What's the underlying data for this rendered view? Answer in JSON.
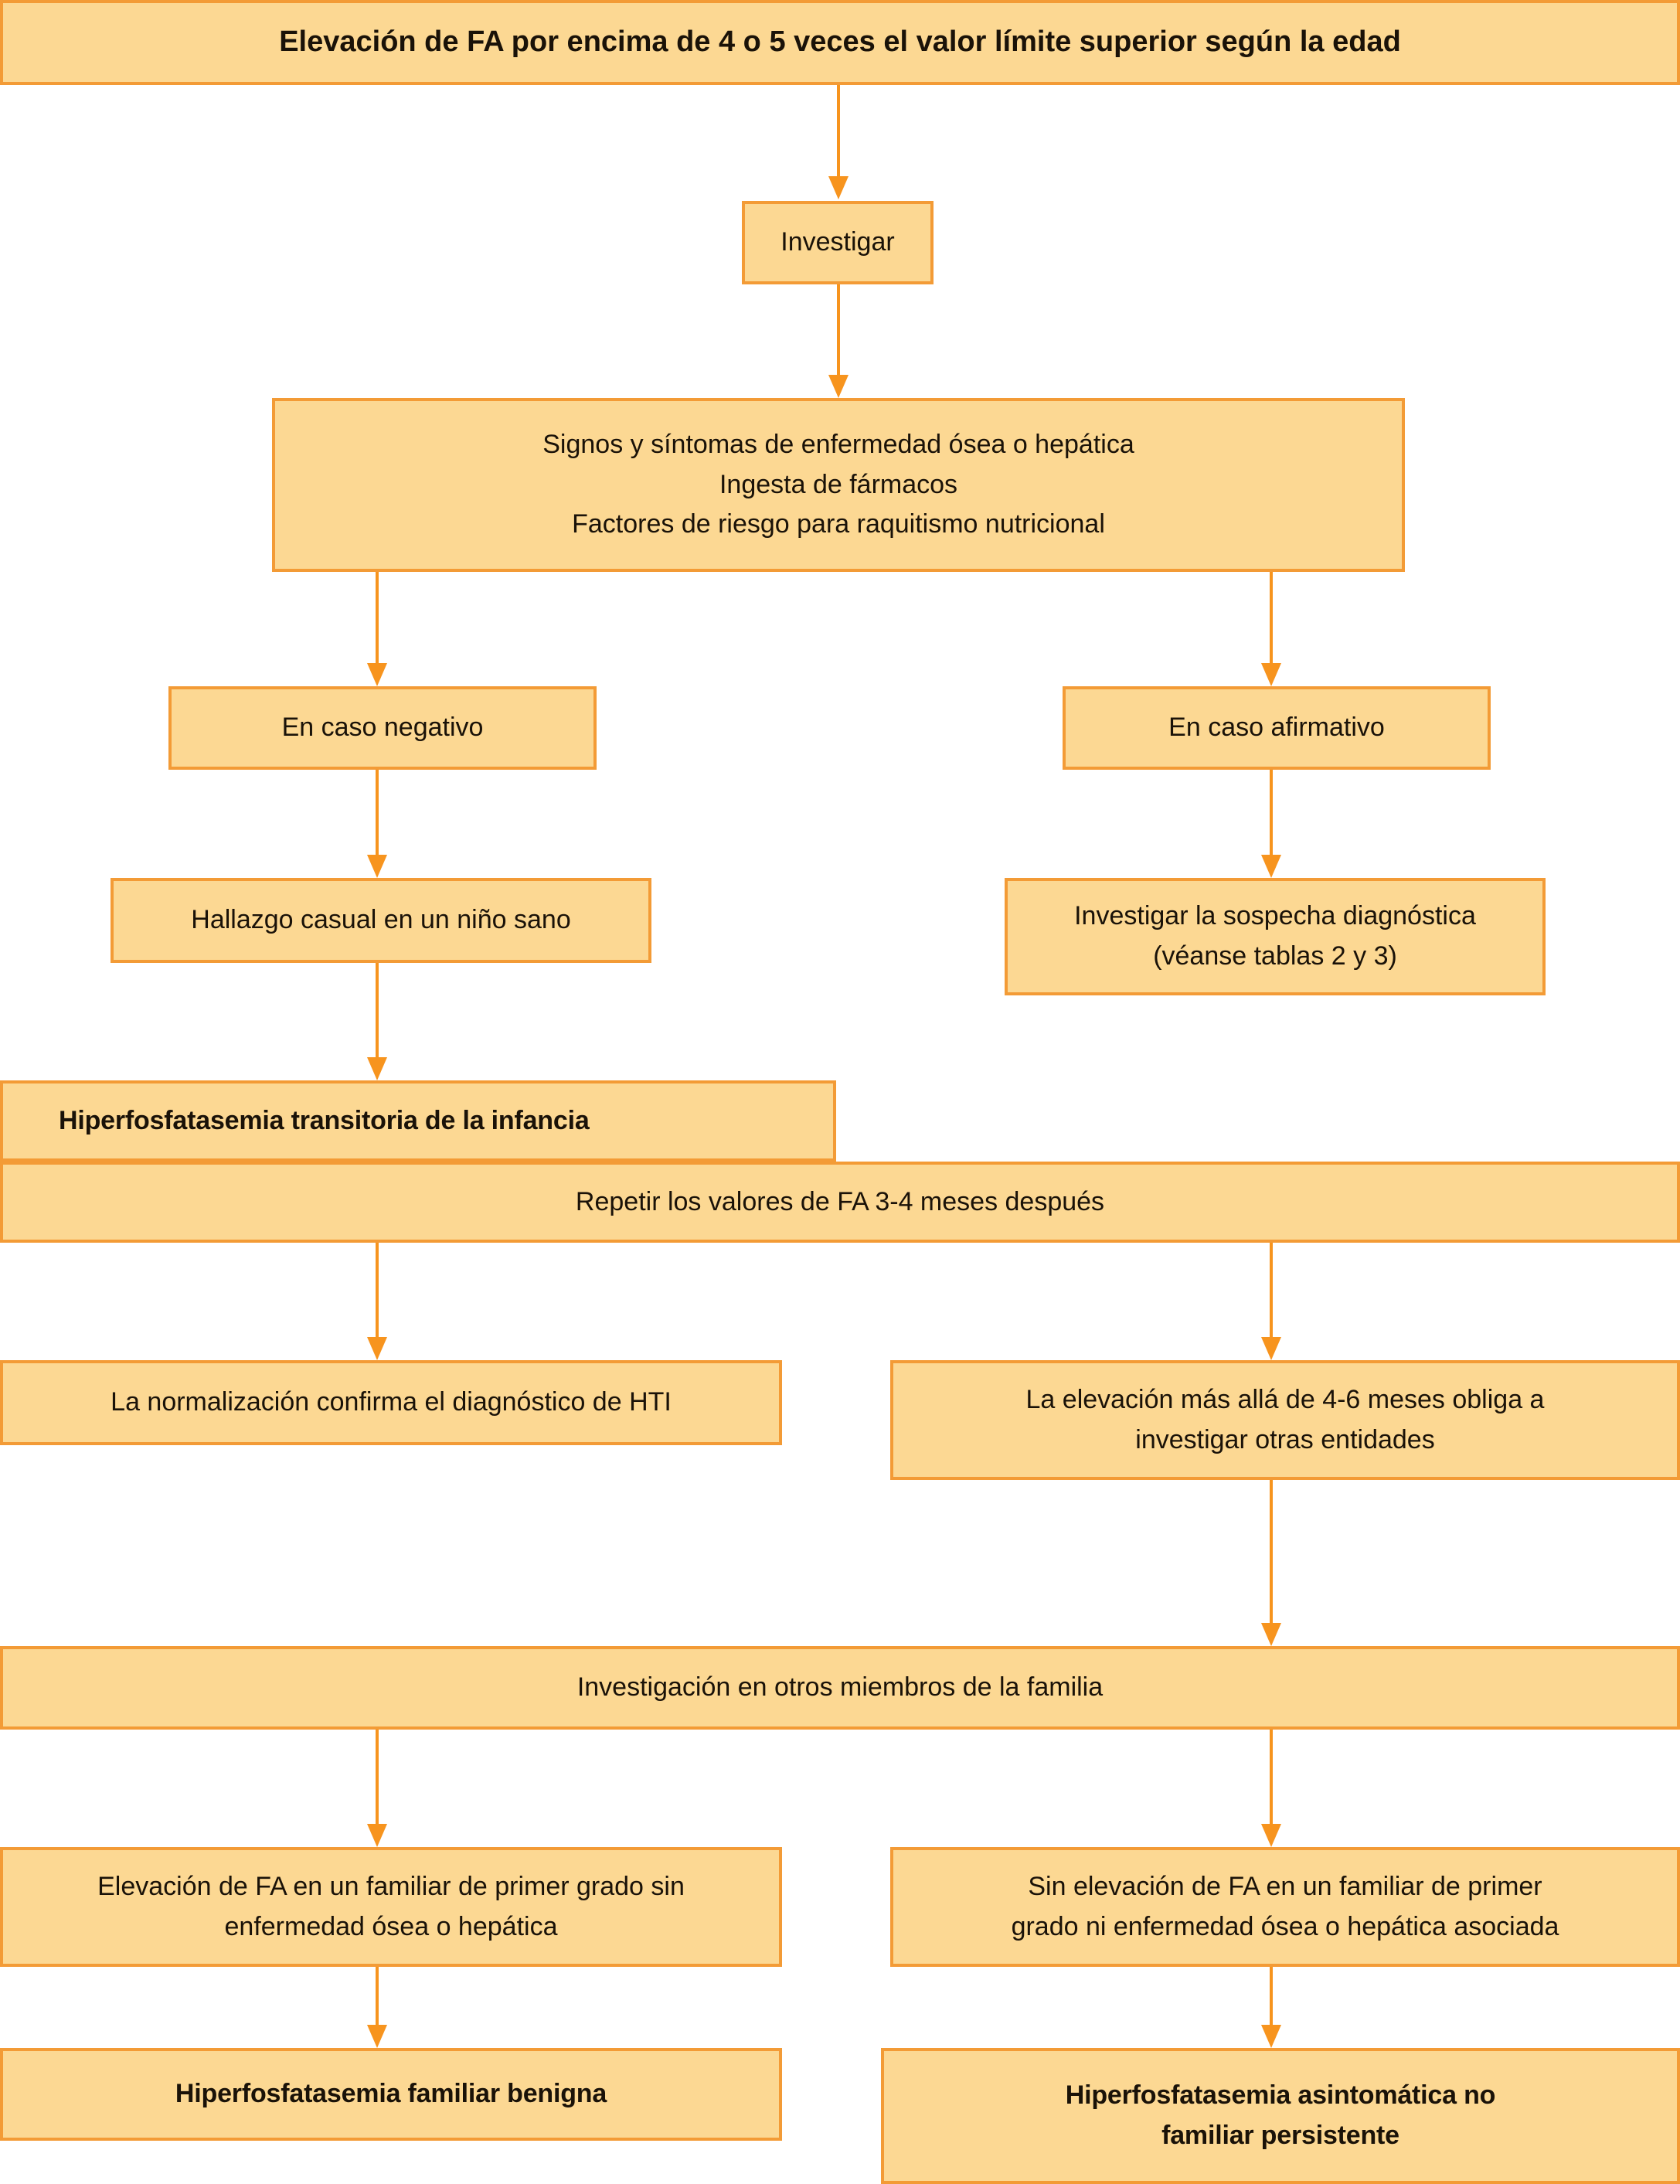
{
  "diagram": {
    "title_text": "Elevación de FA por encima de 4 o 5 veces el valor límite superior según la edad",
    "accent_fill": "#FCD893",
    "accent_border": "#F39B36",
    "connector_color": "#F7941E",
    "nodes": {
      "root": "Elevación de FA por encima de 4 o 5 veces el valor límite superior según la edad",
      "investigar": "Investigar",
      "signos_l1": "Signos y síntomas de enfermedad ósea o hepática",
      "signos_l2": "Ingesta de fármacos",
      "signos_l3": "Factores de riesgo para raquitismo nutricional",
      "caso_negativo": "En caso negativo",
      "caso_afirmativo": "En caso afirmativo",
      "hallazgo_casual": "Hallazgo casual en un niño sano",
      "sospecha_l1": "Investigar la sospecha diagnóstica",
      "sospecha_l2": "(véanse tablas 2 y 3)",
      "hti": "Hiperfosfatasemia transitoria de la infancia",
      "repetir": "Repetir los valores de FA 3-4 meses después",
      "normalizacion": "La normalización confirma el diagnóstico de HTI",
      "elevacion_l1": "La elevación más allá de 4-6 meses obliga a",
      "elevacion_l2": "investigar otras entidades",
      "investigacion_familia": "Investigación en otros miembros de la familia",
      "familiar_si_l1": "Elevación de FA en un familiar de primer grado sin",
      "familiar_si_l2": "enfermedad ósea o hepática",
      "familiar_no_l1": "Sin elevación de FA en un familiar de primer",
      "familiar_no_l2": "grado ni enfermedad ósea o hepática asociada",
      "hfb": "Hiperfosfatasemia familiar benigna",
      "hanfp_l1": "Hiperfosfatasemia asintomática no",
      "hanfp_l2": "familiar persistente"
    }
  }
}
